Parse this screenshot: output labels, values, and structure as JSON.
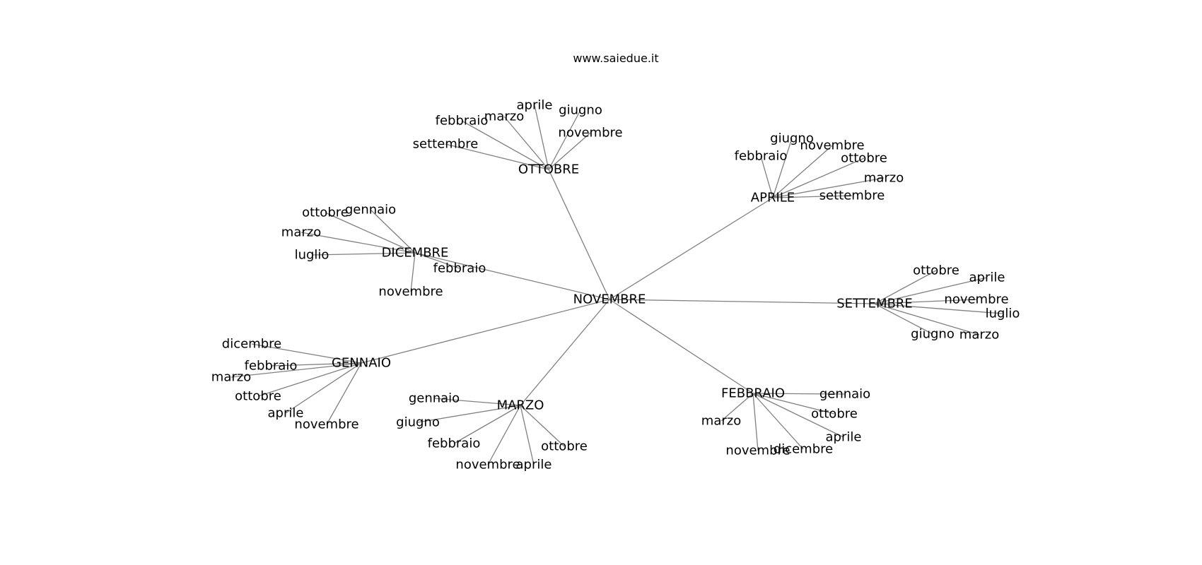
{
  "title": "www.saiedue.it",
  "colors": {
    "edge": "#808080",
    "text": "#000000",
    "background": "#ffffff"
  },
  "root": "NOVEMBRE",
  "hubs": [
    {
      "label": "OTTOBRE",
      "children": [
        "aprile",
        "giugno",
        "marzo",
        "febbraio",
        "novembre",
        "settembre"
      ]
    },
    {
      "label": "APRILE",
      "children": [
        "giugno",
        "novembre",
        "febbraio",
        "ottobre",
        "marzo",
        "settembre"
      ]
    },
    {
      "label": "DICEMBRE",
      "children": [
        "gennaio",
        "ottobre",
        "marzo",
        "luglio",
        "febbraio",
        "novembre"
      ]
    },
    {
      "label": "SETTEMBRE",
      "children": [
        "ottobre",
        "aprile",
        "novembre",
        "luglio",
        "giugno",
        "marzo"
      ]
    },
    {
      "label": "GENNAIO",
      "children": [
        "dicembre",
        "febbraio",
        "marzo",
        "ottobre",
        "aprile",
        "novembre"
      ]
    },
    {
      "label": "MARZO",
      "children": [
        "gennaio",
        "giugno",
        "febbraio",
        "novembre",
        "aprile",
        "ottobre"
      ]
    },
    {
      "label": "FEBBRAIO",
      "children": [
        "gennaio",
        "ottobre",
        "marzo",
        "aprile",
        "novembre",
        "dicembre"
      ]
    }
  ]
}
